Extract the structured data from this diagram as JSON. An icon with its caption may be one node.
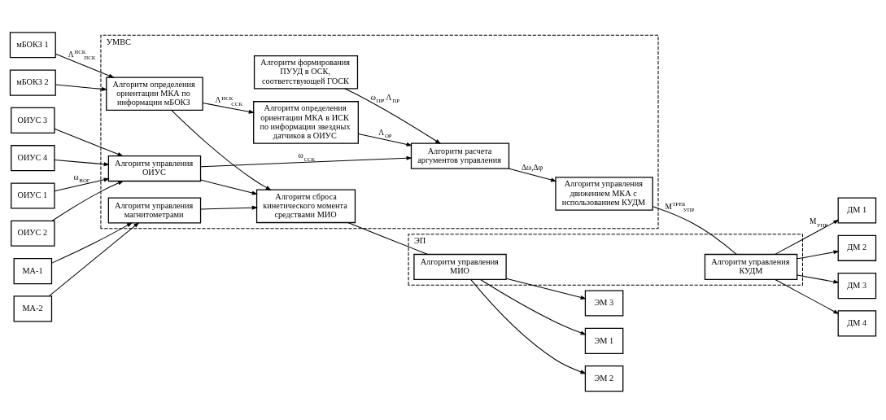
{
  "diagram": {
    "nodes": [
      {
        "text": [
          "УМВС"
        ]
      },
      {
        "text": [
          "ЭП"
        ]
      },
      {
        "text": [
          "ОИУС 1"
        ]
      },
      {
        "text": [
          "ОИУС 2"
        ]
      },
      {
        "text": [
          "ОИУС 3"
        ]
      },
      {
        "text": [
          "ОИУС 4"
        ]
      },
      {
        "text": [
          "мБОКЗ 1"
        ]
      },
      {
        "text": [
          "мБОКЗ 2"
        ]
      },
      {
        "text": [
          "МА-1"
        ]
      },
      {
        "text": [
          "МА-2"
        ]
      },
      {
        "text": [
          "Алгоритм управления ОИУС"
        ],
        "in": 0
      },
      {
        "text": [
          "Алгоритм определения ориентации МКА по информации мБОКЗ"
        ],
        "in": 0
      },
      {
        "text": [
          "Алгоритм управления магнитометрами"
        ],
        "in": 0
      },
      {
        "text": [
          "Алгоритм формирования ПУУД в ОСК, соответствующей ГОСК"
        ],
        "in": 0
      },
      {
        "text": [
          "Алгоритм расчета аргументов управления"
        ],
        "in": 0
      },
      {
        "text": [
          "Алгоритм определения ориентации МКА в ИСК по информации звездных датчиков в ОИУС"
        ],
        "in": 0
      },
      {
        "text": [
          "Алгоритм сброса кинетического момента средствами МИО"
        ],
        "in": 0
      },
      {
        "text": [
          "Алгоритм управления движением МКА с использованием КУДМ"
        ],
        "in": 0
      },
      {
        "text": [
          "Алгоритм управления КУДМ"
        ],
        "in": 1
      },
      {
        "text": [
          "Алгоритм управления МИО"
        ],
        "in": 1
      },
      {
        "text": [
          "ДМ 1"
        ]
      },
      {
        "text": [
          "ДМ 2"
        ]
      },
      {
        "text": [
          "ДМ 3"
        ]
      },
      {
        "text": [
          "ДМ 4"
        ]
      },
      {
        "text": [
          "ЭМ 1"
        ]
      },
      {
        "text": [
          "ЭМ 2"
        ]
      },
      {
        "text": [
          "ЭМ 3"
        ]
      }
    ],
    "edges": [
      {
        "from": 2,
        "to": 10,
        "arrow": "to",
        "label": "ω$_{ВОГ}$"
      },
      {
        "from": 3,
        "to": 10,
        "arrow": "to"
      },
      {
        "from": 4,
        "to": 10,
        "arrow": "to"
      },
      {
        "from": 5,
        "to": 10,
        "arrow": "to"
      },
      {
        "from": 6,
        "to": 11,
        "arrow": "to",
        "label": "Λ$^{ИСК}$$_{ПСК}$"
      },
      {
        "from": 7,
        "to": 11,
        "arrow": "to"
      },
      {
        "from": 8,
        "to": 12,
        "arrow": "to"
      },
      {
        "from": 9,
        "to": 12,
        "arrow": "to"
      },
      {
        "from": 10,
        "to": 14,
        "arrow": "to",
        "label": "ω$_{ССК}$"
      },
      {
        "from": 10,
        "to": 16,
        "arrow": "to"
      },
      {
        "from": 11,
        "to": 15,
        "arrow": "to",
        "label": "Λ$^{ИСК}$$_{ССК}$"
      },
      {
        "from": 11,
        "to": 16,
        "arrow": "to"
      },
      {
        "from": 12,
        "to": 16,
        "arrow": "to"
      },
      {
        "from": 13,
        "to": 14,
        "arrow": "to",
        "label": "ω$_{ПР}$, Λ$_{ПР}$"
      },
      {
        "from": 15,
        "to": 14,
        "arrow": "to",
        "label": "Λ$_{ОР}$"
      },
      {
        "from": 14,
        "to": 17,
        "arrow": "to",
        "label": "Δω,Δφ"
      },
      {
        "from": 17,
        "to": 18,
        "arrow": "none",
        "label": "M$^{ТРЕБ}$$_{УПР}$"
      },
      {
        "from": 18,
        "to": 20,
        "arrow": "to",
        "label": "M$_{УПР}$"
      },
      {
        "from": 18,
        "to": 21,
        "arrow": "to"
      },
      {
        "from": 18,
        "to": 22,
        "arrow": "to"
      },
      {
        "from": 18,
        "to": 23,
        "arrow": "to"
      },
      {
        "from": 16,
        "to": 19,
        "arrow": "none"
      },
      {
        "from": 19,
        "to": 24,
        "arrow": "to"
      },
      {
        "from": 19,
        "to": 25,
        "arrow": "to"
      },
      {
        "from": 19,
        "to": 26,
        "arrow": "to"
      }
    ]
  }
}
